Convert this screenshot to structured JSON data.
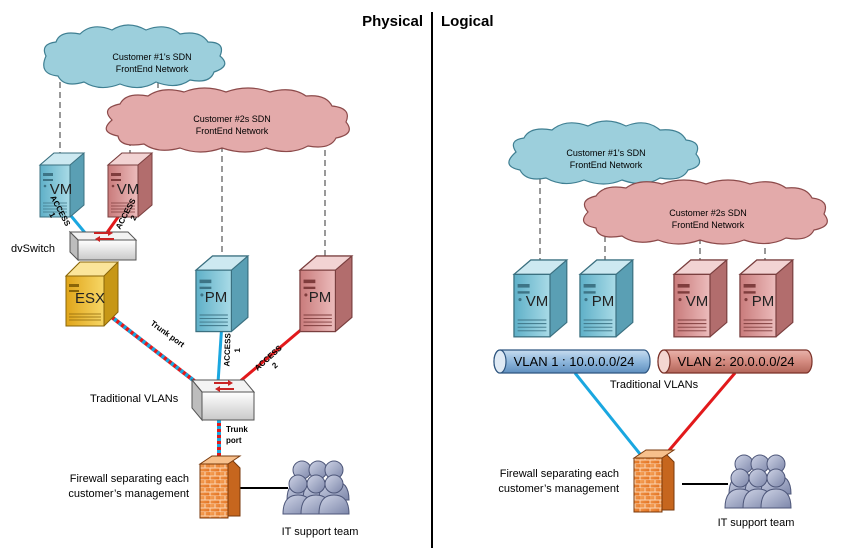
{
  "headers": {
    "physical": "Physical",
    "logical": "Logical"
  },
  "physical": {
    "cloud1": {
      "line1": "Customer #1's SDN",
      "line2": "FrontEnd Network"
    },
    "cloud2": {
      "line1": "Customer #2s SDN",
      "line2": "FrontEnd Network"
    },
    "vm_blue": "VM",
    "vm_red": "VM",
    "esx": "ESX",
    "pm_blue": "PM",
    "pm_red": "PM",
    "dvswitch_label": "dvSwitch",
    "access1_small": {
      "line1": "ACCESS",
      "line2": "1"
    },
    "access2_small": {
      "line1": "ACCESS",
      "line2": "2"
    },
    "trunk_port_1": "Trunk port",
    "access1_large": {
      "line1": "ACCESS",
      "line2": "1"
    },
    "access2_large": {
      "line1": "ACCESS",
      "line2": "2"
    },
    "traditional_vlans": "Traditional VLANs",
    "trunk_port_2": {
      "line1": "Trunk",
      "line2": "port"
    },
    "firewall_label": {
      "line1": "Firewall separating each",
      "line2": "customer’s management"
    },
    "it_team": "IT support team"
  },
  "logical": {
    "cloud1": {
      "line1": "Customer #1's SDN",
      "line2": "FrontEnd Network"
    },
    "cloud2": {
      "line1": "Customer #2s SDN",
      "line2": "FrontEnd Network"
    },
    "vm_blue": "VM",
    "pm_blue": "PM",
    "vm_red": "VM",
    "pm_red": "PM",
    "vlan1": "VLAN 1 : 10.0.0.0/24",
    "vlan2": "VLAN 2: 20.0.0.0/24",
    "traditional_vlans": "Traditional VLANs",
    "firewall_label": {
      "line1": "Firewall separating each",
      "line2": "customer’s management"
    },
    "it_team": "IT support team"
  },
  "colors": {
    "blue_fill": "#9ccfdc",
    "red_fill": "#e3aaaa",
    "esx_fill": "#f3c842",
    "blue_link": "#1aa7e0",
    "red_link": "#e2191b",
    "firewall": "#f08a3a",
    "people": "#a6aec9"
  }
}
